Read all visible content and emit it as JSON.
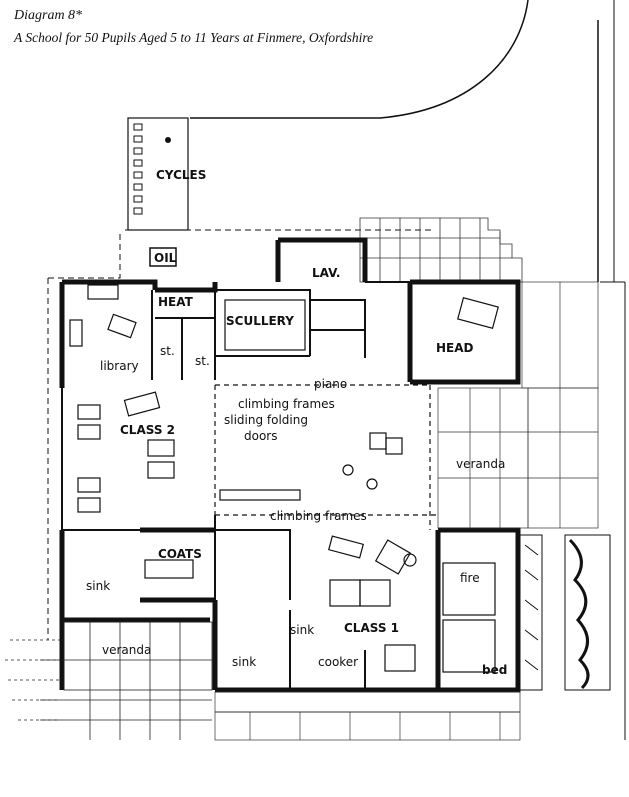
{
  "caption": {
    "line1": "Diagram 8*",
    "line2": "A School for 50 Pupils Aged 5 to 11 Years at Finmere, Oxfordshire"
  },
  "rooms": {
    "cycles": "CYCLES",
    "oil": "OIL",
    "lav": "LAV.",
    "heat": "HEAT",
    "scullery": "SCULLERY",
    "head": "HEAD",
    "library": "library",
    "st1": "st.",
    "st2": "st.",
    "piano": "piano",
    "climbing_frames_1": "climbing frames",
    "sliding_doors_1": "sliding folding",
    "sliding_doors_2": "doors",
    "class2": "CLASS 2",
    "veranda_right": "veranda",
    "climbing_frames_2": "climbing frames",
    "coats": "COATS",
    "sink_left": "sink",
    "fire": "fire",
    "sink_mid": "sink",
    "class1": "CLASS 1",
    "veranda_left": "veranda",
    "sink_bottom": "sink",
    "cooker": "cooker",
    "bed": "bed"
  }
}
